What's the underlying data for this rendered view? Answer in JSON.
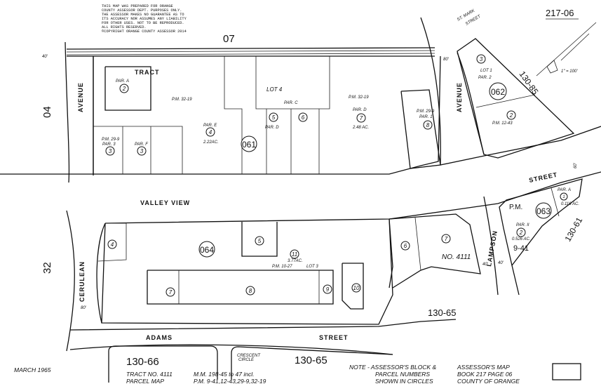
{
  "header": {
    "map_number": "217-06",
    "disclaimer": [
      "THIS MAP WAS PREPARED FOR ORANGE",
      "COUNTY ASSESSOR DEPT. PURPOSES ONLY.",
      "THE ASSESSOR MAKES NO GUARANTEE AS TO",
      "ITS ACCURACY NOR ASSUMES ANY LIABILITY",
      "FOR OTHER USES.  NOT TO BE REPRODUCED.",
      "ALL RIGHTS RESERVED.",
      "©COPYRIGHT ORANGE COUNTY ASSESSOR 2014"
    ],
    "scale": "1\" = 100'"
  },
  "streets": {
    "valley_view": "VALLEY VIEW",
    "avenue_left": "AVENUE",
    "avenue_right": "AVENUE",
    "cerulean": "CERULEAN",
    "adams": "ADAMS",
    "street_bottom": "STREET",
    "street_right": "STREET",
    "lampson": "LAMPSON",
    "st_mark": "ST. MARK",
    "st_mark_street": "STREET",
    "crescent": "CRESCENT",
    "circle": "CIRCLE"
  },
  "adjacent_maps": {
    "top": "07",
    "left_top": "04",
    "left_bottom": "32",
    "right_top": "130-85",
    "right_mid": "130-61",
    "bottom_right": "130-65",
    "bottom_left": "130-66",
    "bottom_center": "130-65"
  },
  "blocks": [
    "061",
    "062",
    "063",
    "064"
  ],
  "parcels": {
    "p2_tl": "2",
    "p3_a": "3",
    "p3_b": "3",
    "p4_a": "4",
    "p5_a": "5",
    "p6_a": "6",
    "p7_a": "7",
    "p8_a": "8",
    "p3_r": "3",
    "p2_r": "2",
    "p4_b": "4",
    "p5_b": "5",
    "p6_b": "6",
    "p7_b": "7",
    "p7_c": "7",
    "p8_b": "8",
    "p9": "9",
    "p10": "10",
    "p11": "11",
    "p2_063": "2",
    "p1_063": "1"
  },
  "labels": {
    "tract": "TRACT",
    "par_a": "PAR. A",
    "pm_32_19_a": "P.M. 32-19",
    "pm_32_19_b": "P.M. 32-19",
    "pm_29_9_a": "P.M. 29-9",
    "par_3": "PAR. 3",
    "par_f": "PAR. F",
    "par_e": "PAR. E",
    "ac_222": "2.22AC.",
    "lot_4": "LOT 4",
    "par_c": "PAR. C",
    "par_d_a": "PAR. D",
    "par_d_b": "PAR. D",
    "ac_248": "2.48 AC.",
    "pm_29_9_b": "P.M. 29-9",
    "par_1": "PAR. 1",
    "lot_1": "LOT 1",
    "par_2": "PAR. 2",
    "pm_12_43": "P.M. 12-43",
    "pm_10_27": "P.M. 10-27",
    "lot_3": "LOT 3",
    "ac_377": "3.77AC.",
    "no_4111": "NO. 4111",
    "pm_063": "P.M.",
    "par_ii": "PAR. II",
    "ac_526": "0.526 AC.",
    "pm_9_41": "9-41",
    "par_a_063": "PAR. A",
    "ac_116": "0.116 AC.",
    "w40": "40'",
    "w60": "60'",
    "w80": "80'"
  },
  "footer": {
    "date": "MARCH 1965",
    "tract_no": "TRACT NO. 4111",
    "parcel_map": "PARCEL MAP",
    "mm": "M.M. 198-45 to 47 incl.",
    "pm": "P.M. 9-41,12-43,29-9,32-19",
    "note_1": "NOTE - ASSESSOR'S BLOCK &",
    "note_2": "PARCEL NUMBERS",
    "note_3": "SHOWN IN CIRCLES",
    "book_1": "ASSESSOR'S MAP",
    "book_2": "BOOK 217 PAGE 06",
    "book_3": "COUNTY OF ORANGE"
  }
}
